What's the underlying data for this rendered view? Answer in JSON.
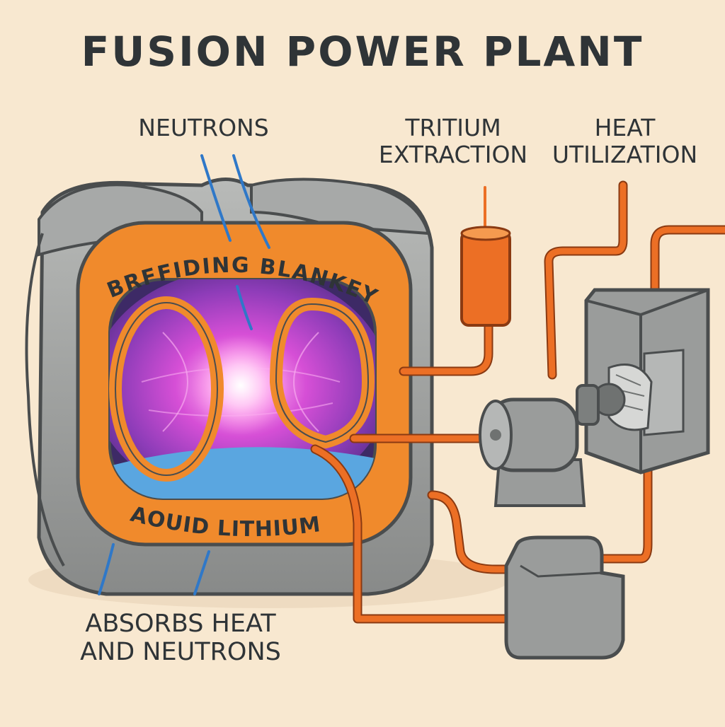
{
  "title": "FUSION POWER PLANT",
  "labels": {
    "neutrons": "NEUTRONS",
    "tritium_line1": "TRITIUM",
    "tritium_line2": "EXTRACTION",
    "heat_line1": "HEAT",
    "heat_line2": "UTILIZATION",
    "blanket": "BRFFIDING BLANKEY",
    "lithium": "IAOUID LITHIUM",
    "absorbs_line1": "ABSORBS HEAT",
    "absorbs_line2": "AND NEUTRONS"
  },
  "colors": {
    "background": "#f8e8d0",
    "blanket_orange": "#f08a2c",
    "pipe_orange": "#ec6f25",
    "shell_gray": "#9a9c9b",
    "plasma_magenta": "#d64fd6",
    "lithium_blue": "#5aa6e0",
    "neutron_blue": "#2f78c8",
    "text_dark": "#2f3437"
  }
}
